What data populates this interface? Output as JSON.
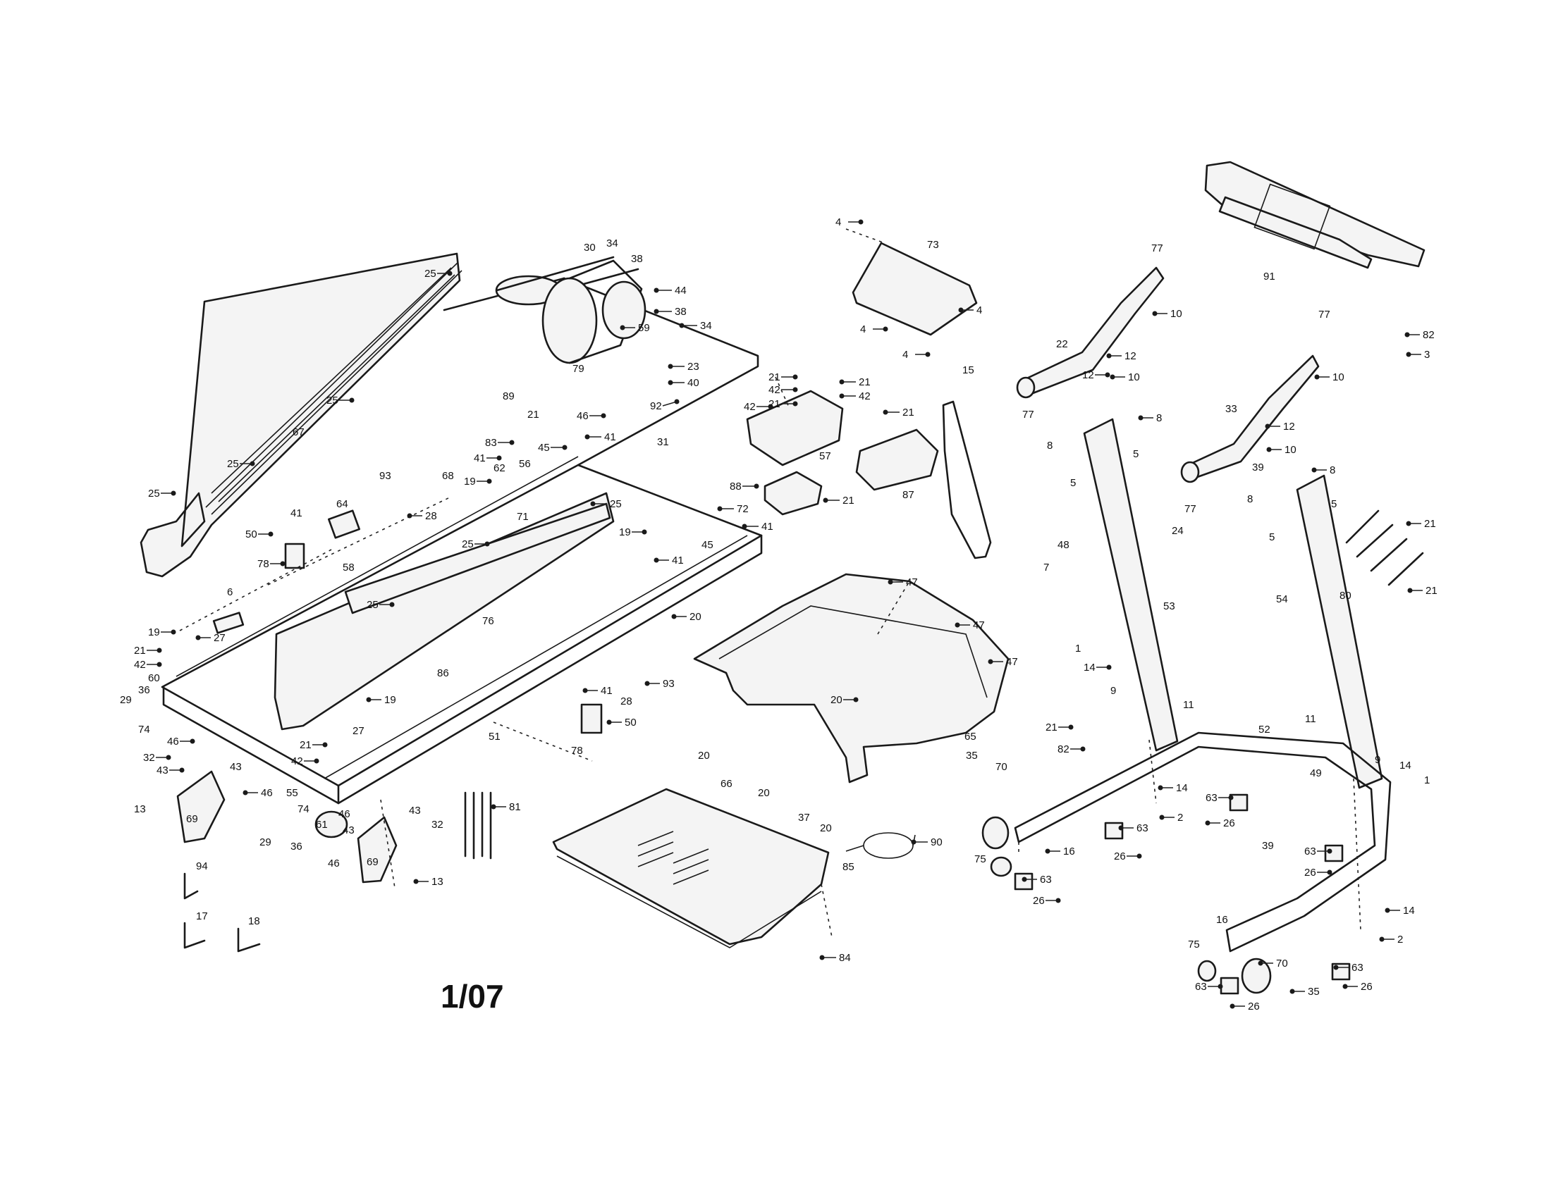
{
  "revision_label": "1/07",
  "callouts": [
    {
      "id": "c-30",
      "text": "30"
    },
    {
      "id": "c-34a",
      "text": "34"
    },
    {
      "id": "c-38a",
      "text": "38"
    },
    {
      "id": "c-44",
      "text": "44"
    },
    {
      "id": "c-38b",
      "text": "38"
    },
    {
      "id": "c-34b",
      "text": "34"
    },
    {
      "id": "c-59",
      "text": "59"
    },
    {
      "id": "c-79",
      "text": "79"
    },
    {
      "id": "c-23",
      "text": "23"
    },
    {
      "id": "c-40",
      "text": "40"
    },
    {
      "id": "c-92",
      "text": "92"
    },
    {
      "id": "c-89",
      "text": "89"
    },
    {
      "id": "c-21a",
      "text": "21"
    },
    {
      "id": "c-83",
      "text": "83"
    },
    {
      "id": "c-45a",
      "text": "45"
    },
    {
      "id": "c-46a",
      "text": "46"
    },
    {
      "id": "c-41a",
      "text": "41"
    },
    {
      "id": "c-41b",
      "text": "41"
    },
    {
      "id": "c-62",
      "text": "62"
    },
    {
      "id": "c-56",
      "text": "56"
    },
    {
      "id": "c-19a",
      "text": "19"
    },
    {
      "id": "c-71",
      "text": "71"
    },
    {
      "id": "c-31",
      "text": "31"
    },
    {
      "id": "c-25a",
      "text": "25"
    },
    {
      "id": "c-72",
      "text": "72"
    },
    {
      "id": "c-41c",
      "text": "41"
    },
    {
      "id": "c-45b",
      "text": "45"
    },
    {
      "id": "c-41d",
      "text": "41"
    },
    {
      "id": "c-19b",
      "text": "19"
    },
    {
      "id": "c-25b",
      "text": "25"
    },
    {
      "id": "c-25c",
      "text": "25"
    },
    {
      "id": "c-67",
      "text": "67"
    },
    {
      "id": "c-25d",
      "text": "25"
    },
    {
      "id": "c-25e",
      "text": "25"
    },
    {
      "id": "c-93a",
      "text": "93"
    },
    {
      "id": "c-28a",
      "text": "28"
    },
    {
      "id": "c-64",
      "text": "64"
    },
    {
      "id": "c-41e",
      "text": "41"
    },
    {
      "id": "c-50a",
      "text": "50"
    },
    {
      "id": "c-78a",
      "text": "78"
    },
    {
      "id": "c-58",
      "text": "58"
    },
    {
      "id": "c-68",
      "text": "68"
    },
    {
      "id": "c-6",
      "text": "6"
    },
    {
      "id": "c-25f",
      "text": "25"
    },
    {
      "id": "c-76",
      "text": "76"
    },
    {
      "id": "c-25g",
      "text": "25"
    },
    {
      "id": "c-19c",
      "text": "19"
    },
    {
      "id": "c-27a",
      "text": "27"
    },
    {
      "id": "c-21b",
      "text": "21"
    },
    {
      "id": "c-42a",
      "text": "42"
    },
    {
      "id": "c-86",
      "text": "86"
    },
    {
      "id": "c-60",
      "text": "60"
    },
    {
      "id": "c-36a",
      "text": "36"
    },
    {
      "id": "c-29a",
      "text": "29"
    },
    {
      "id": "c-74a",
      "text": "74"
    },
    {
      "id": "c-19d",
      "text": "19"
    },
    {
      "id": "c-27b",
      "text": "27"
    },
    {
      "id": "c-21c",
      "text": "21"
    },
    {
      "id": "c-42b",
      "text": "42"
    },
    {
      "id": "c-51",
      "text": "51"
    },
    {
      "id": "c-46b",
      "text": "46"
    },
    {
      "id": "c-32a",
      "text": "32"
    },
    {
      "id": "c-43a",
      "text": "43"
    },
    {
      "id": "c-43b",
      "text": "43"
    },
    {
      "id": "c-46c",
      "text": "46"
    },
    {
      "id": "c-13a",
      "text": "13"
    },
    {
      "id": "c-69a",
      "text": "69"
    },
    {
      "id": "c-55",
      "text": "55"
    },
    {
      "id": "c-74b",
      "text": "74"
    },
    {
      "id": "c-61",
      "text": "61"
    },
    {
      "id": "c-46d",
      "text": "46"
    },
    {
      "id": "c-43c",
      "text": "43"
    },
    {
      "id": "c-43d",
      "text": "43"
    },
    {
      "id": "c-32b",
      "text": "32"
    },
    {
      "id": "c-29b",
      "text": "29"
    },
    {
      "id": "c-36b",
      "text": "36"
    },
    {
      "id": "c-46e",
      "text": "46"
    },
    {
      "id": "c-69b",
      "text": "69"
    },
    {
      "id": "c-13b",
      "text": "13"
    },
    {
      "id": "c-94",
      "text": "94"
    },
    {
      "id": "c-17",
      "text": "17"
    },
    {
      "id": "c-18",
      "text": "18"
    },
    {
      "id": "c-81",
      "text": "81"
    },
    {
      "id": "c-41f",
      "text": "41"
    },
    {
      "id": "c-50b",
      "text": "50"
    },
    {
      "id": "c-78b",
      "text": "78"
    },
    {
      "id": "c-28b",
      "text": "28"
    },
    {
      "id": "c-93b",
      "text": "93"
    },
    {
      "id": "c-20a",
      "text": "20"
    },
    {
      "id": "c-20b",
      "text": "20"
    },
    {
      "id": "c-20c",
      "text": "20"
    },
    {
      "id": "c-66",
      "text": "66"
    },
    {
      "id": "c-20d",
      "text": "20"
    },
    {
      "id": "c-37",
      "text": "37"
    },
    {
      "id": "c-20e",
      "text": "20"
    },
    {
      "id": "c-90",
      "text": "90"
    },
    {
      "id": "c-85",
      "text": "85"
    },
    {
      "id": "c-84",
      "text": "84"
    },
    {
      "id": "c-73",
      "text": "73"
    },
    {
      "id": "c-4a",
      "text": "4"
    },
    {
      "id": "c-4b",
      "text": "4"
    },
    {
      "id": "c-4c",
      "text": "4"
    },
    {
      "id": "c-4d",
      "text": "4"
    },
    {
      "id": "c-21d",
      "text": "21"
    },
    {
      "id": "c-42c",
      "text": "42"
    },
    {
      "id": "c-21e",
      "text": "21"
    },
    {
      "id": "c-42d",
      "text": "42"
    },
    {
      "id": "c-42e",
      "text": "42"
    },
    {
      "id": "c-21f",
      "text": "21"
    },
    {
      "id": "c-21g",
      "text": "21"
    },
    {
      "id": "c-57",
      "text": "57"
    },
    {
      "id": "c-87",
      "text": "87"
    },
    {
      "id": "c-88",
      "text": "88"
    },
    {
      "id": "c-21h",
      "text": "21"
    },
    {
      "id": "c-15",
      "text": "15"
    },
    {
      "id": "c-47a",
      "text": "47"
    },
    {
      "id": "c-47b",
      "text": "47"
    },
    {
      "id": "c-47c",
      "text": "47"
    },
    {
      "id": "c-65",
      "text": "65"
    },
    {
      "id": "c-91",
      "text": "91"
    },
    {
      "id": "c-82a",
      "text": "82"
    },
    {
      "id": "c-3",
      "text": "3"
    },
    {
      "id": "c-77a",
      "text": "77"
    },
    {
      "id": "c-10a",
      "text": "10"
    },
    {
      "id": "c-22",
      "text": "22"
    },
    {
      "id": "c-12a",
      "text": "12"
    },
    {
      "id": "c-12b",
      "text": "12"
    },
    {
      "id": "c-10b",
      "text": "10"
    },
    {
      "id": "c-77b",
      "text": "77"
    },
    {
      "id": "c-77c",
      "text": "77"
    },
    {
      "id": "c-10c",
      "text": "10"
    },
    {
      "id": "c-33",
      "text": "33"
    },
    {
      "id": "c-12c",
      "text": "12"
    },
    {
      "id": "c-10d",
      "text": "10"
    },
    {
      "id": "c-77d",
      "text": "77"
    },
    {
      "id": "c-39a",
      "text": "39"
    },
    {
      "id": "c-8a",
      "text": "8"
    },
    {
      "id": "c-5a",
      "text": "5"
    },
    {
      "id": "c-8b",
      "text": "8"
    },
    {
      "id": "c-5b",
      "text": "5"
    },
    {
      "id": "c-8c",
      "text": "8"
    },
    {
      "id": "c-5c",
      "text": "5"
    },
    {
      "id": "c-8d",
      "text": "8"
    },
    {
      "id": "c-5d",
      "text": "5"
    },
    {
      "id": "c-21i",
      "text": "21"
    },
    {
      "id": "c-80",
      "text": "80"
    },
    {
      "id": "c-21j",
      "text": "21"
    },
    {
      "id": "c-48",
      "text": "48"
    },
    {
      "id": "c-7",
      "text": "7"
    },
    {
      "id": "c-24",
      "text": "24"
    },
    {
      "id": "c-53",
      "text": "53"
    },
    {
      "id": "c-54",
      "text": "54"
    },
    {
      "id": "c-1a",
      "text": "1"
    },
    {
      "id": "c-14a",
      "text": "14"
    },
    {
      "id": "c-9a",
      "text": "9"
    },
    {
      "id": "c-11a",
      "text": "11"
    },
    {
      "id": "c-21k",
      "text": "21"
    },
    {
      "id": "c-82b",
      "text": "82"
    },
    {
      "id": "c-11b",
      "text": "11"
    },
    {
      "id": "c-52",
      "text": "52"
    },
    {
      "id": "c-49",
      "text": "49"
    },
    {
      "id": "c-9b",
      "text": "9"
    },
    {
      "id": "c-14b",
      "text": "14"
    },
    {
      "id": "c-1b",
      "text": "1"
    },
    {
      "id": "c-35a",
      "text": "35"
    },
    {
      "id": "c-70a",
      "text": "70"
    },
    {
      "id": "c-14c",
      "text": "14"
    },
    {
      "id": "c-2a",
      "text": "2"
    },
    {
      "id": "c-63a",
      "text": "63"
    },
    {
      "id": "c-26a",
      "text": "26"
    },
    {
      "id": "c-63b",
      "text": "63"
    },
    {
      "id": "c-26b",
      "text": "26"
    },
    {
      "id": "c-16a",
      "text": "16"
    },
    {
      "id": "c-75a",
      "text": "75"
    },
    {
      "id": "c-63c",
      "text": "63"
    },
    {
      "id": "c-26c",
      "text": "26"
    },
    {
      "id": "c-39b",
      "text": "39"
    },
    {
      "id": "c-63d",
      "text": "63"
    },
    {
      "id": "c-26d",
      "text": "26"
    },
    {
      "id": "c-14d",
      "text": "14"
    },
    {
      "id": "c-2b",
      "text": "2"
    },
    {
      "id": "c-16b",
      "text": "16"
    },
    {
      "id": "c-75b",
      "text": "75"
    },
    {
      "id": "c-70b",
      "text": "70"
    },
    {
      "id": "c-63e",
      "text": "63"
    },
    {
      "id": "c-63f",
      "text": "63"
    },
    {
      "id": "c-26e",
      "text": "26"
    },
    {
      "id": "c-35b",
      "text": "35"
    },
    {
      "id": "c-26f",
      "text": "26"
    }
  ]
}
